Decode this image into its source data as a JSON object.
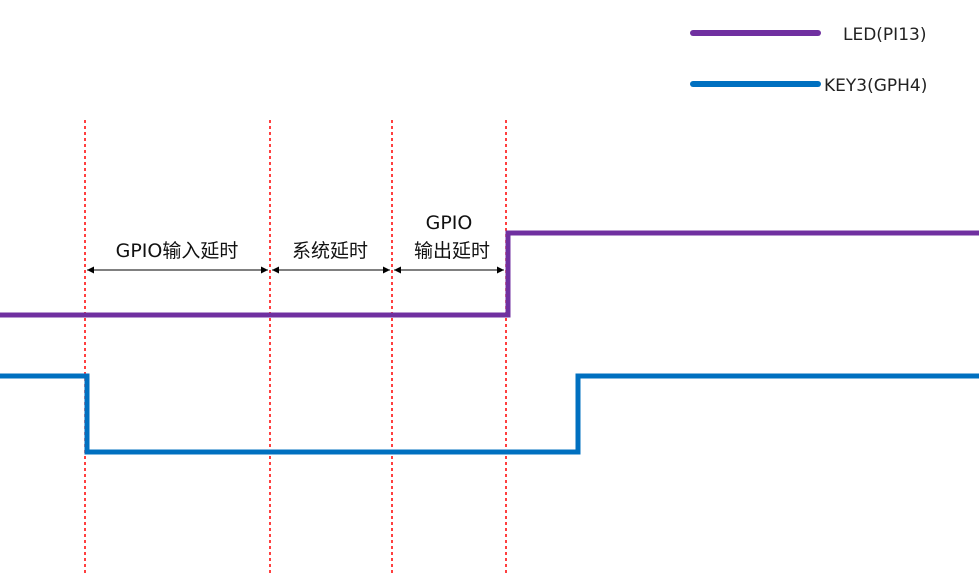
{
  "legend": {
    "led_label": "LED(PI13)",
    "key_label": "KEY3(GPH4)"
  },
  "intervals": {
    "gpio_input_delay": "GPIO输入延时",
    "system_delay": "系统延时",
    "gpio_output_delay_line1": "GPIO",
    "gpio_output_delay_line2": "输出延时"
  },
  "colors": {
    "led": "#7030A0",
    "key": "#0070C0",
    "marker": "#ff0000",
    "arrow": "#000000"
  },
  "signals": {
    "led": {
      "initial": "low",
      "final": "high"
    },
    "key": {
      "initial": "high",
      "pulse": "low",
      "final": "high"
    }
  }
}
